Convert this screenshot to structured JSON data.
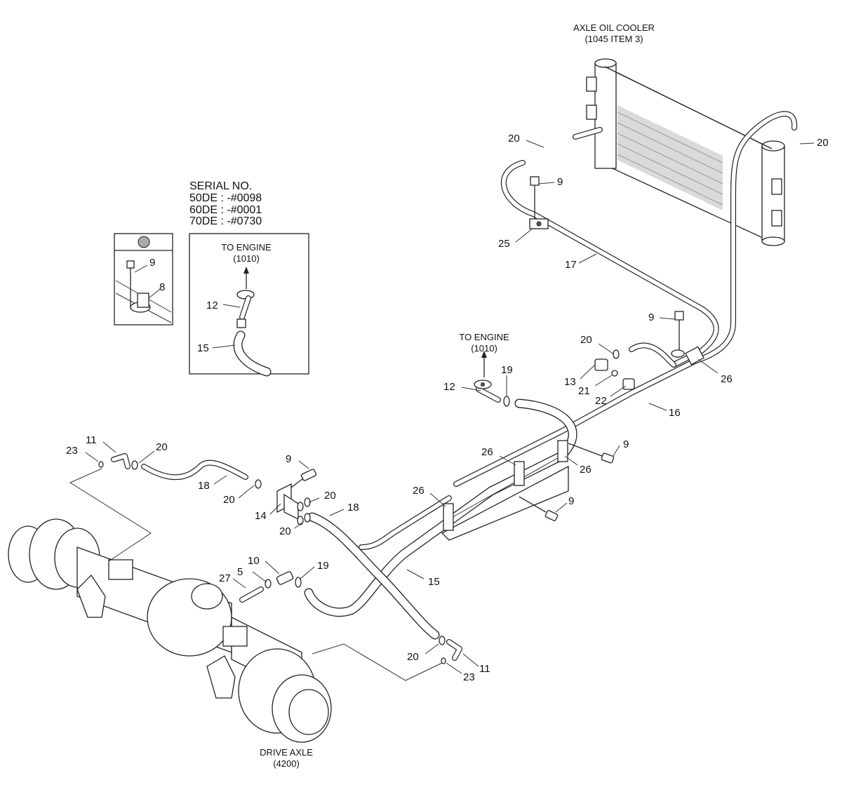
{
  "captions": {
    "cooler_line1": "AXLE OIL COOLER",
    "cooler_line2": "(1045 ITEM 3)",
    "engine_line1": "TO ENGINE",
    "engine_line2": "(1010)",
    "inset_engine_line1": "TO ENGINE",
    "inset_engine_line2": "(1010)",
    "axle_line1": "DRIVE AXLE",
    "axle_line2": "(4200)"
  },
  "serial": {
    "title": "SERIAL NO.",
    "rows": [
      "50DE : -#0098",
      "60DE : -#0001",
      "70DE : -#0730"
    ]
  },
  "callouts": {
    "c20_cooler_left": "20",
    "c20_cooler_right": "20",
    "c9_top": "9",
    "c25": "25",
    "c17": "17",
    "c9_mid": "9",
    "c20_mid": "20",
    "c13": "13",
    "c21": "21",
    "c22": "22",
    "c26_right": "26",
    "c16": "16",
    "c12_main": "12",
    "c19_top": "19",
    "c9_clamp": "9",
    "c26_mid_upper": "26",
    "c26_mid_lower": "26",
    "c26_left": "26",
    "c9_lower": "9",
    "c11_left": "11",
    "c23_left": "23",
    "c20_left": "20",
    "c18_left": "18",
    "c20_fit_a": "20",
    "c9_bracket": "9",
    "c14": "14",
    "c20_fit_b": "20",
    "c18_right": "18",
    "c20_fit_c": "20",
    "c10": "10",
    "c5": "5",
    "c27": "27",
    "c19_bottom": "19",
    "c15_main": "15",
    "c20_bottom": "20",
    "c11_bottom": "11",
    "c23_bottom": "23",
    "c9_inset": "9",
    "c8_inset": "8",
    "c12_inset": "12",
    "c15_inset": "15"
  }
}
